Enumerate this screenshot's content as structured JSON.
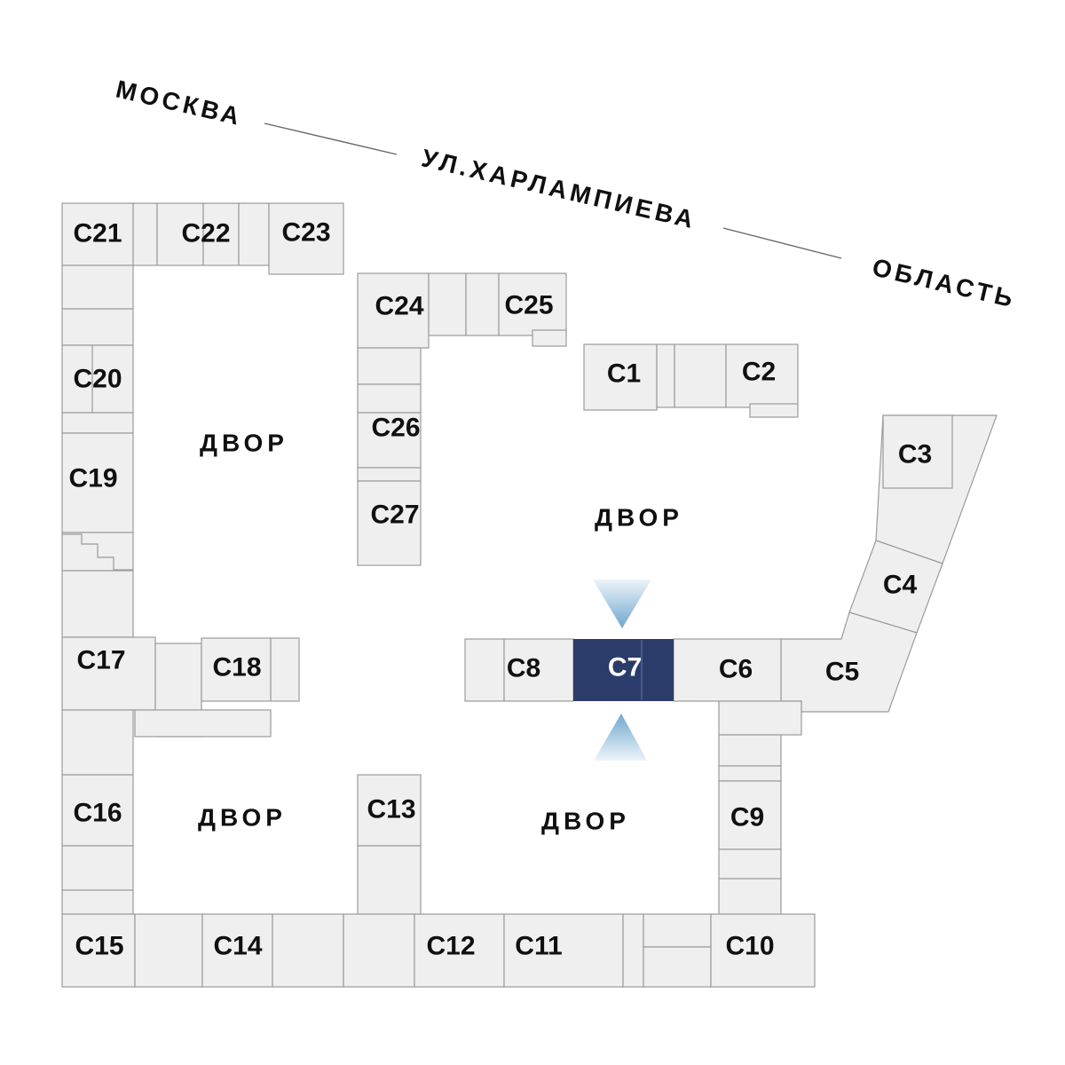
{
  "colors": {
    "bg": "#ffffff",
    "building_fill": "#efefef",
    "building_stroke": "#9b9b9b",
    "label": "#101010",
    "street_line": "#666666",
    "highlight_fill": "#2b3c6b",
    "highlight_divider": "#5d6e9d",
    "highlight_label": "#ffffff",
    "arrow_light": "#ecf4fa",
    "arrow_dark": "#6fa7cd"
  },
  "streets": [
    {
      "name": "МОСКВА"
    },
    {
      "name": "УЛ.ХАРЛАМПИЕВА"
    },
    {
      "name": "ОБЛАСТЬ"
    }
  ],
  "courtyards": [
    {
      "label": "ДВОР"
    },
    {
      "label": "ДВОР"
    },
    {
      "label": "ДВОР"
    },
    {
      "label": "ДВОР"
    }
  ],
  "highlighted_building": "С7",
  "buildings": [
    {
      "id": "c1",
      "label": "С1"
    },
    {
      "id": "c2",
      "label": "С2"
    },
    {
      "id": "c3",
      "label": "С3"
    },
    {
      "id": "c4",
      "label": "С4"
    },
    {
      "id": "c5",
      "label": "С5"
    },
    {
      "id": "c6",
      "label": "С6"
    },
    {
      "id": "c7",
      "label": "С7"
    },
    {
      "id": "c8",
      "label": "С8"
    },
    {
      "id": "c9",
      "label": "С9"
    },
    {
      "id": "c10",
      "label": "С10"
    },
    {
      "id": "c11",
      "label": "С11"
    },
    {
      "id": "c12",
      "label": "С12"
    },
    {
      "id": "c13",
      "label": "С13"
    },
    {
      "id": "c14",
      "label": "С14"
    },
    {
      "id": "c15",
      "label": "С15"
    },
    {
      "id": "c16",
      "label": "С16"
    },
    {
      "id": "c17",
      "label": "С17"
    },
    {
      "id": "c18",
      "label": "С18"
    },
    {
      "id": "c19",
      "label": "С19"
    },
    {
      "id": "c20",
      "label": "С20"
    },
    {
      "id": "c21",
      "label": "С21"
    },
    {
      "id": "c22",
      "label": "С22"
    },
    {
      "id": "c23",
      "label": "С23"
    },
    {
      "id": "c24",
      "label": "С24"
    },
    {
      "id": "c25",
      "label": "С25"
    },
    {
      "id": "c26",
      "label": "С26"
    },
    {
      "id": "c27",
      "label": "С27"
    }
  ]
}
